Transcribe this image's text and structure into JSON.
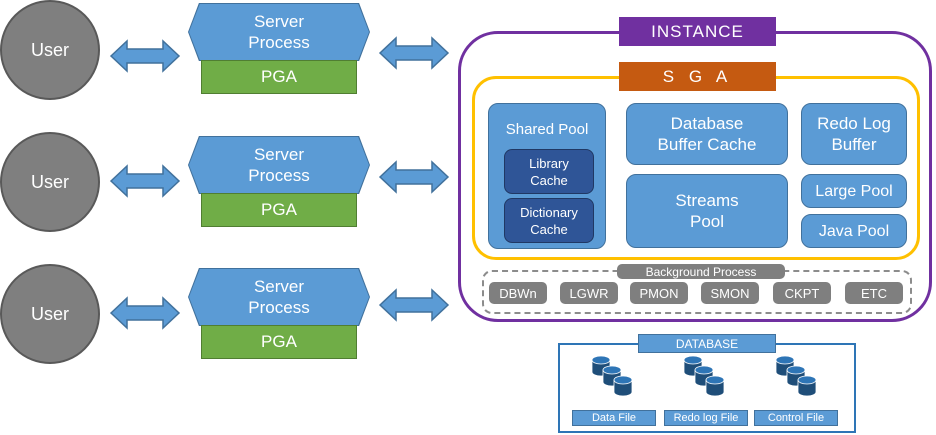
{
  "rows": [
    {
      "user": "User",
      "process": [
        "Server",
        "Process"
      ],
      "pga": "PGA"
    },
    {
      "user": "User",
      "process": [
        "Server",
        "Process"
      ],
      "pga": "PGA"
    },
    {
      "user": "User",
      "process": [
        "Server",
        "Process"
      ],
      "pga": "PGA"
    }
  ],
  "instance": {
    "label": "INSTANCE"
  },
  "sga": {
    "label": "S G A",
    "shared_pool": {
      "label": "Shared Pool",
      "library_cache": [
        "Library",
        "Cache"
      ],
      "dictionary_cache": [
        "Dictionary",
        "Cache"
      ]
    },
    "buffer_cache": [
      "Database",
      "Buffer Cache"
    ],
    "streams_pool": [
      "Streams",
      "Pool"
    ],
    "redo_log_buffer": [
      "Redo Log",
      "Buffer"
    ],
    "large_pool": "Large Pool",
    "java_pool": "Java Pool"
  },
  "background": {
    "label": "Background Process",
    "processes": [
      "DBWn",
      "LGWR",
      "PMON",
      "SMON",
      "CKPT",
      "ETC"
    ]
  },
  "database": {
    "label": "DATABASE",
    "files": [
      "Data File",
      "Redo log File",
      "Control File"
    ]
  },
  "colors": {
    "instance": "#7030a0",
    "sga": "#c55a11",
    "sga_border": "#ffc000",
    "user": "#7f7f7f",
    "process": "#5b9bd5",
    "pga": "#70ad47",
    "cylinder": "#1f4e79"
  }
}
